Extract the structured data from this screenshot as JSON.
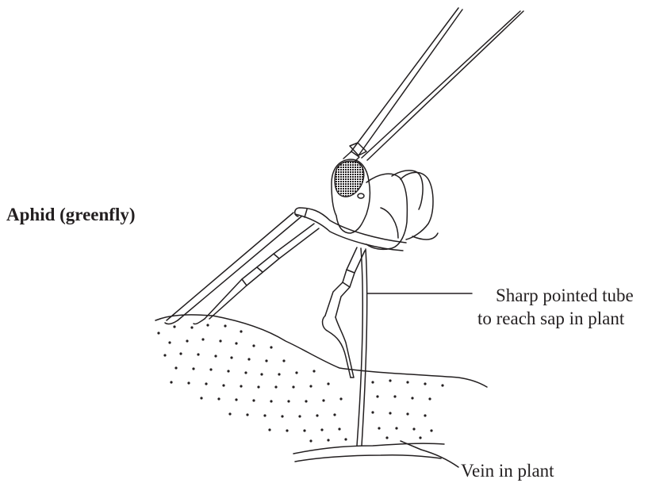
{
  "title": "Aphid (greenfly)",
  "labels": {
    "tube_line1": "Sharp pointed tube",
    "tube_line2": "to reach sap in plant",
    "vein": "Vein in plant"
  },
  "colors": {
    "ink": "#231f20",
    "background": "#ffffff"
  }
}
